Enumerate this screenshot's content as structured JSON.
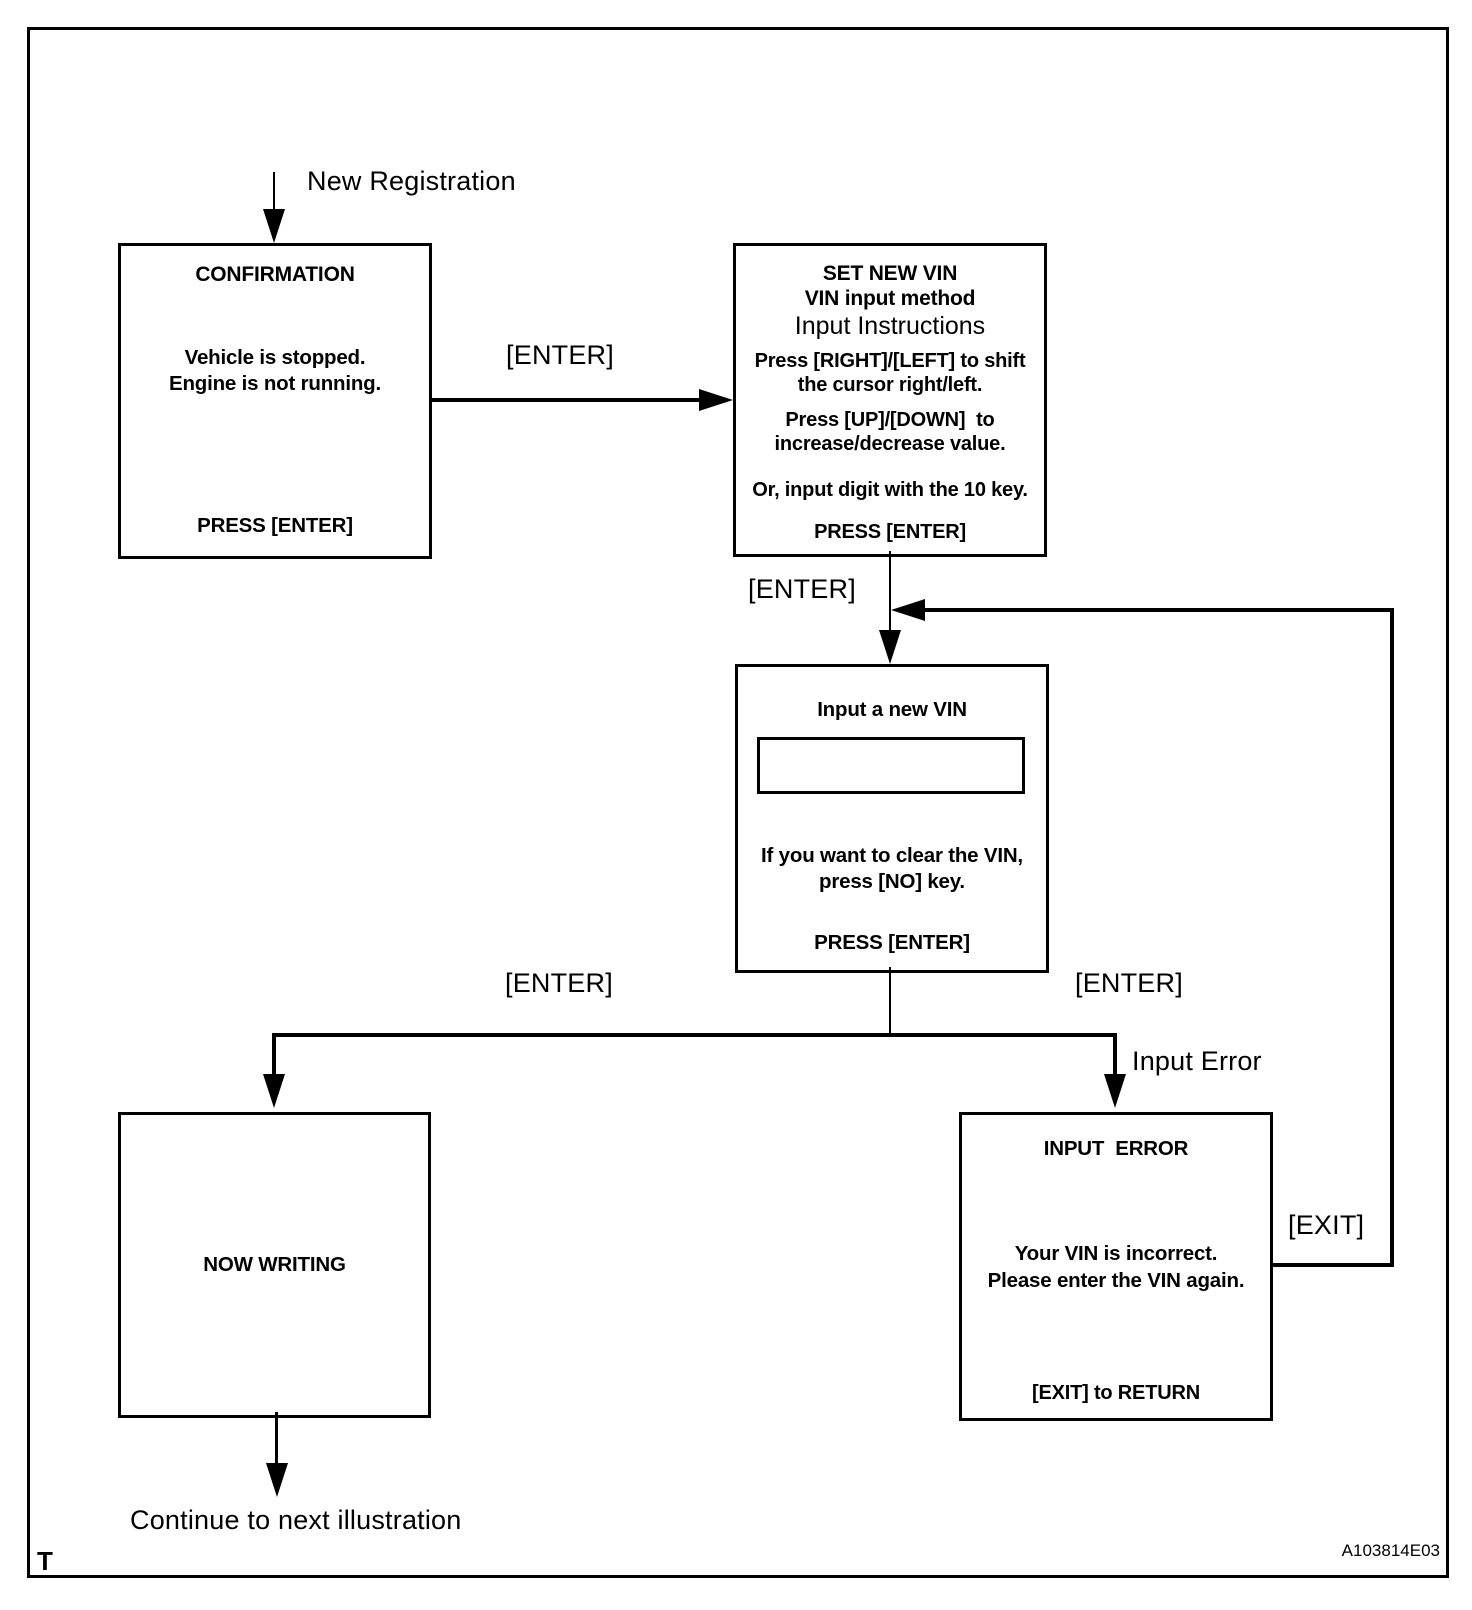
{
  "page": {
    "background": "#ffffff",
    "line_color": "#000000"
  },
  "figure": {
    "corner_mark": "T",
    "code": "A103814E03"
  },
  "labels": {
    "new_registration": "New Registration",
    "enter": "[ENTER]",
    "input_error": "Input Error",
    "exit": "[EXIT]",
    "continue_note": "Continue to next illustration"
  },
  "boxes": {
    "confirmation": {
      "title": "CONFIRMATION",
      "body": "Vehicle is stopped.\nEngine is not running.",
      "footer": "PRESS [ENTER]"
    },
    "set_new_vin": {
      "title": "SET NEW VIN\nVIN input method",
      "subtitle": "Input Instructions",
      "instructions_1": "Press [RIGHT]/[LEFT] to shift\nthe cursor right/left.",
      "instructions_2": "Press [UP]/[DOWN]  to\nincrease/decrease value.",
      "instructions_3": "Or, input digit with the 10 key.",
      "footer": "PRESS [ENTER]"
    },
    "input_new_vin": {
      "title": "Input a new VIN",
      "vin_field_value": "",
      "body": "If you want to clear the VIN,\npress [NO] key.",
      "footer": "PRESS [ENTER]"
    },
    "now_writing": {
      "title": "NOW WRITING"
    },
    "input_error": {
      "title": "INPUT  ERROR",
      "body": "Your VIN is incorrect.\nPlease enter the VIN again.",
      "footer": "[EXIT] to RETURN"
    }
  }
}
